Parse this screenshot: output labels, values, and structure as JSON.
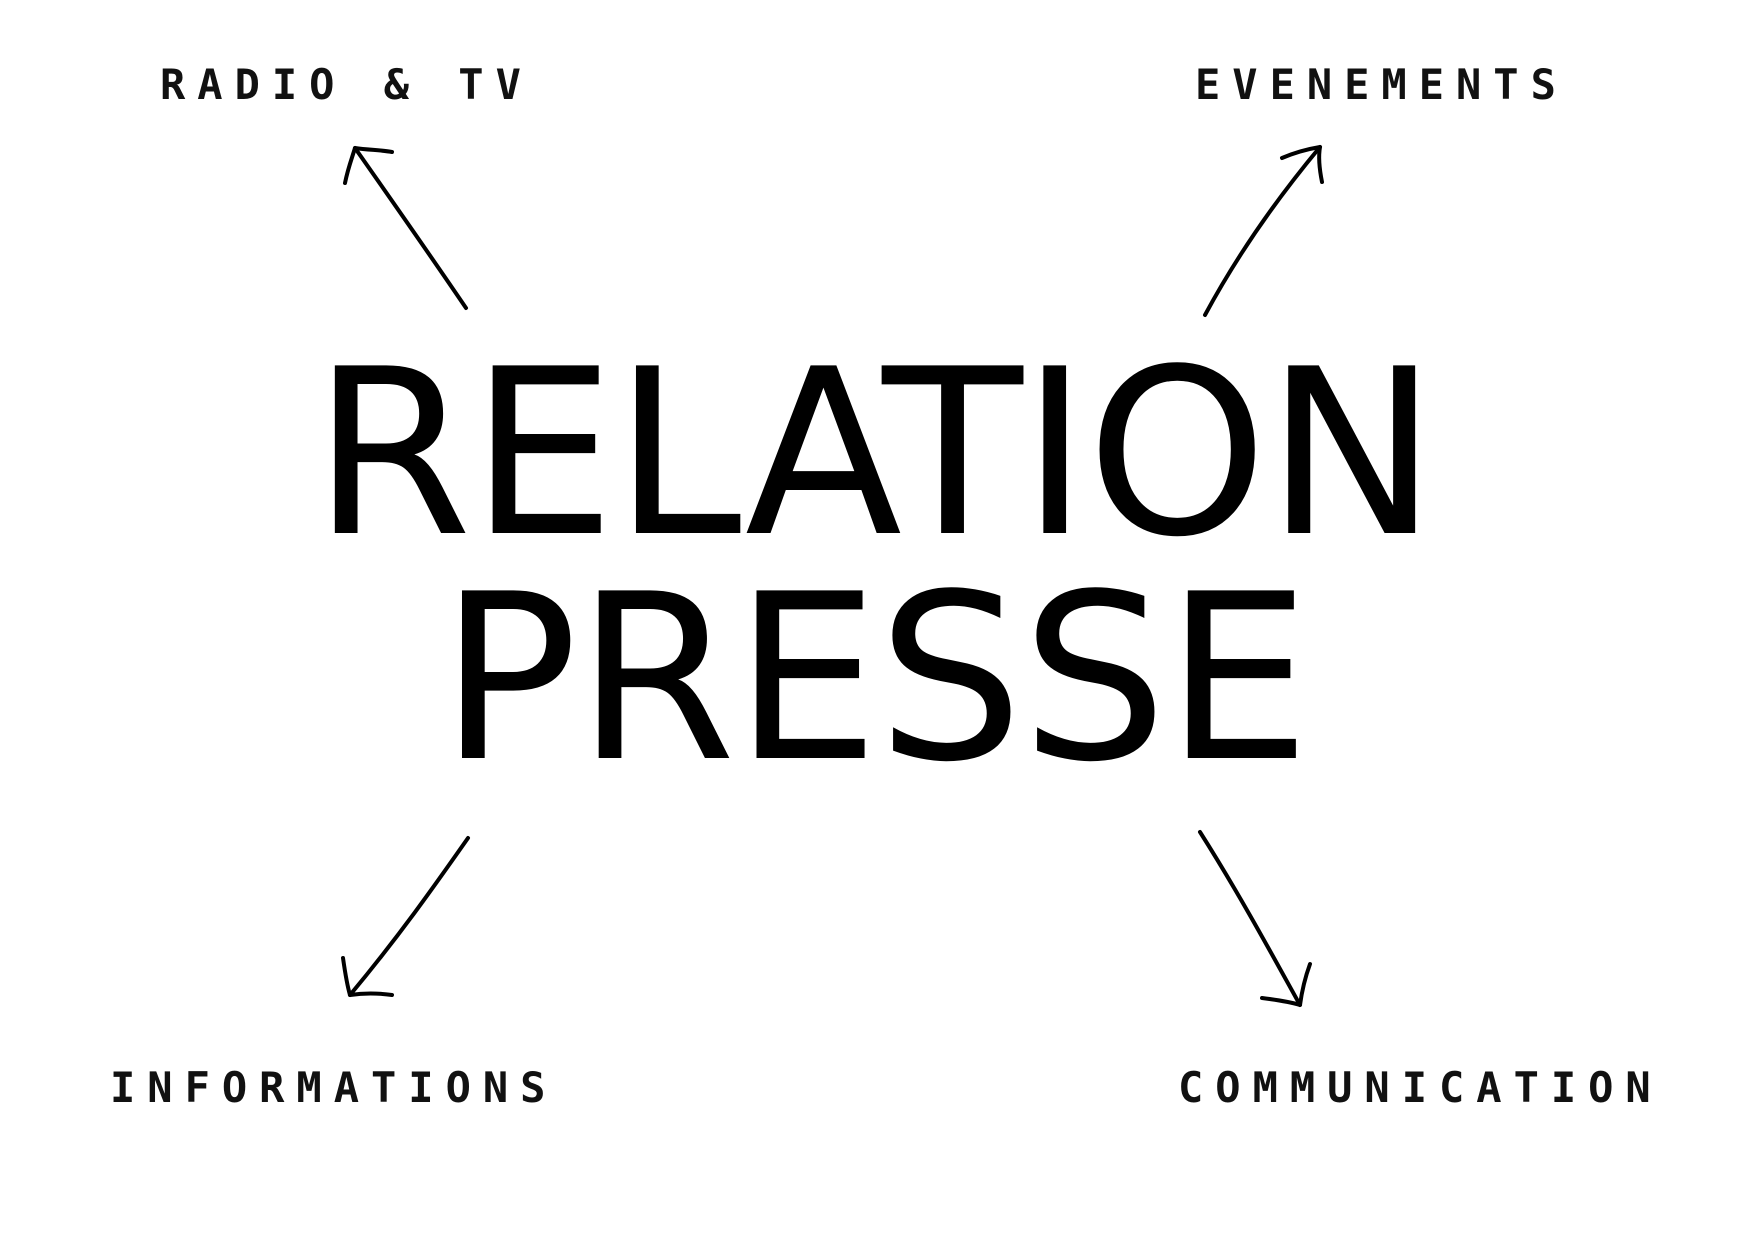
{
  "title": {
    "line1": "RELATION",
    "line2": "PRESSE"
  },
  "labels": {
    "top_left": "RADIO & TV",
    "top_right": "EVENEMENTS",
    "bottom_left": "INFORMATIONS",
    "bottom_right": "COMMUNICATION"
  },
  "colors": {
    "ink": "#000000",
    "background": "#ffffff"
  }
}
